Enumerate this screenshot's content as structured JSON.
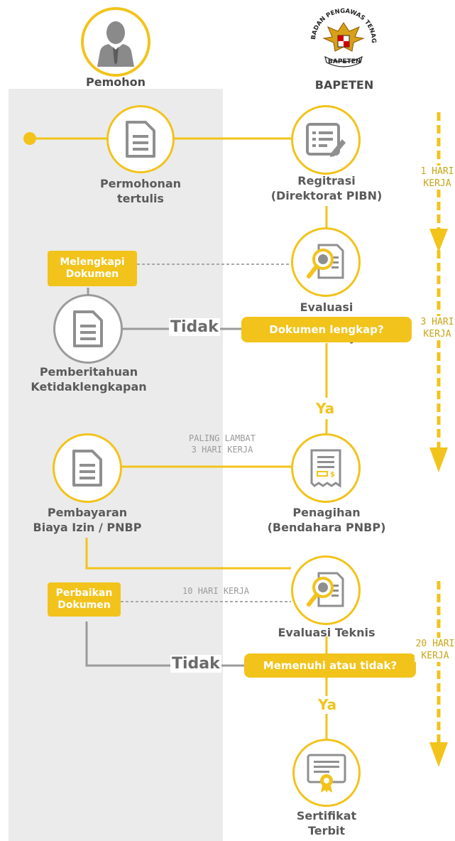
{
  "header": {
    "left_lane": "Pemohon",
    "right_lane": "BAPETEN",
    "emblem_text": "BADAN PENGAWAS TENAGA NUKLIR",
    "emblem_banner": "BAPETEN"
  },
  "steps": {
    "permohonan": "Permohonan\ntertulis",
    "registrasi": "Regitrasi\n(Direktorat PIBN)",
    "evaluasi": "Evaluasi\nkelengkapan dan\nMemenuhi Syarat",
    "pemberitahuan": "Pemberitahuan\nKetidaklengkapan",
    "pembayaran": "Pembayaran\nBiaya Izin / PNBP",
    "penagihan": "Penagihan\n(Bendahara PNBP)",
    "evaluasi_teknis": "Evaluasi Teknis",
    "sertifikat": "Sertifikat\nTerbit"
  },
  "boxes": {
    "melengkapi": "Melengkapi\nDokumen",
    "perbaikan": "Perbaikan\nDokumen"
  },
  "decisions": {
    "dokumen_lengkap": "Dokumen lengkap?",
    "memenuhi": "Memenuhi atau tidak?",
    "tidak_1": "Tidak",
    "tidak_2": "Tidak",
    "ya_1": "Ya",
    "ya_2": "Ya"
  },
  "notes": {
    "paling_lambat": "PALING LAMBAT\n3 HARI KERJA",
    "sepuluh_hari": "10 HARI KERJA"
  },
  "timeline": {
    "t1": "1 HARI\nKERJA",
    "t2": "3 HARI\nKERJA",
    "t3": "20 HARI\nKERJA"
  },
  "colors": {
    "accent": "#f2c31b",
    "grey": "#9b9b9b",
    "lane": "#ebebeb"
  }
}
